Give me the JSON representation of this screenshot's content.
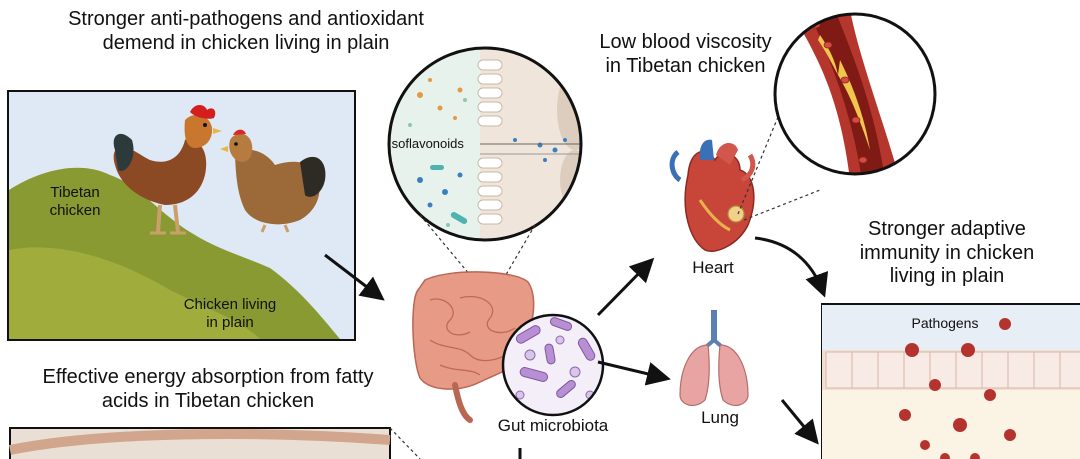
{
  "headings": {
    "anti_pathogens": "Stronger anti-pathogens and antioxidant demend in chicken living in plain",
    "blood_viscosity": "Low blood viscosity in Tibetan chicken",
    "adaptive_immunity": "Stronger adaptive immunity in chicken living in plain",
    "energy_absorption": "Effective energy absorption from fatty acids in Tibetan chicken"
  },
  "labels": {
    "tibetan_chicken": "Tibetan chicken",
    "chicken_plain": "Chicken living in plain",
    "isoflavonoids": "Isoflavonoids",
    "gut_microbiota": "Gut microbiota",
    "heart": "Heart",
    "lung": "Lung",
    "pathogens": "Pathogens"
  },
  "colors": {
    "mountain": "#8a9a33",
    "sky": "#dfe9f6",
    "intestine": "#e79a86",
    "blood_vessel": "#b5362d",
    "plaque": "#f0c64b",
    "pathogen": "#b5332f",
    "lung": "#e7a4a2",
    "microbe": "#b98fd4"
  }
}
